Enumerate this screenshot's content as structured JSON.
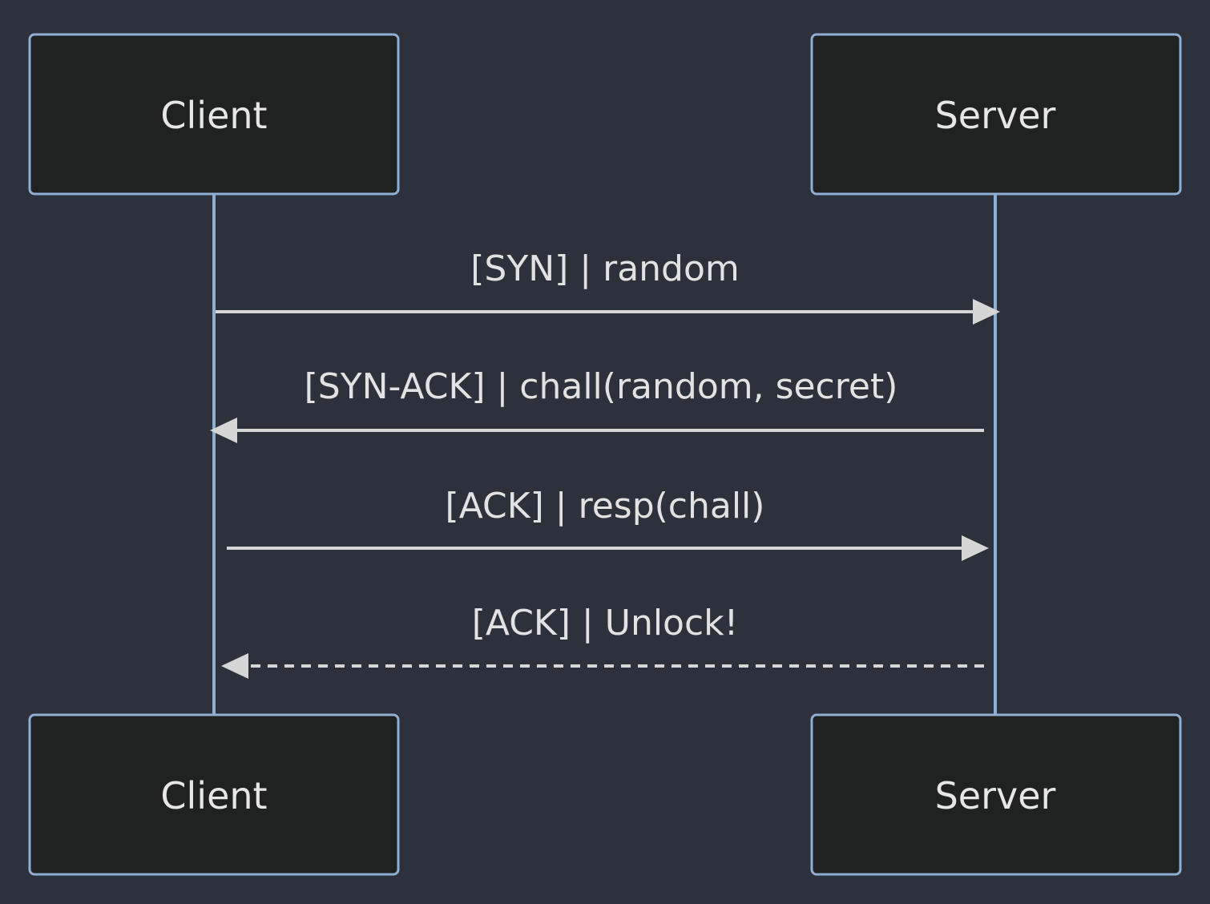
{
  "actors": {
    "client": "Client",
    "server": "Server"
  },
  "messages": [
    {
      "label": "[SYN] | random",
      "from": "client",
      "to": "server",
      "style": "solid"
    },
    {
      "label": "[SYN-ACK] | chall(random, secret)",
      "from": "server",
      "to": "client",
      "style": "solid"
    },
    {
      "label": "[ACK] | resp(chall)",
      "from": "client",
      "to": "server",
      "style": "solid"
    },
    {
      "label": "[ACK] | Unlock!",
      "from": "server",
      "to": "client",
      "style": "dashed"
    }
  ],
  "colors": {
    "background": "#2d313c",
    "actor_fill": "#202222",
    "actor_border": "#8eaed2",
    "lifeline": "#8eaed2",
    "message": "#d6d6d6",
    "text": "#e6e6e6"
  }
}
